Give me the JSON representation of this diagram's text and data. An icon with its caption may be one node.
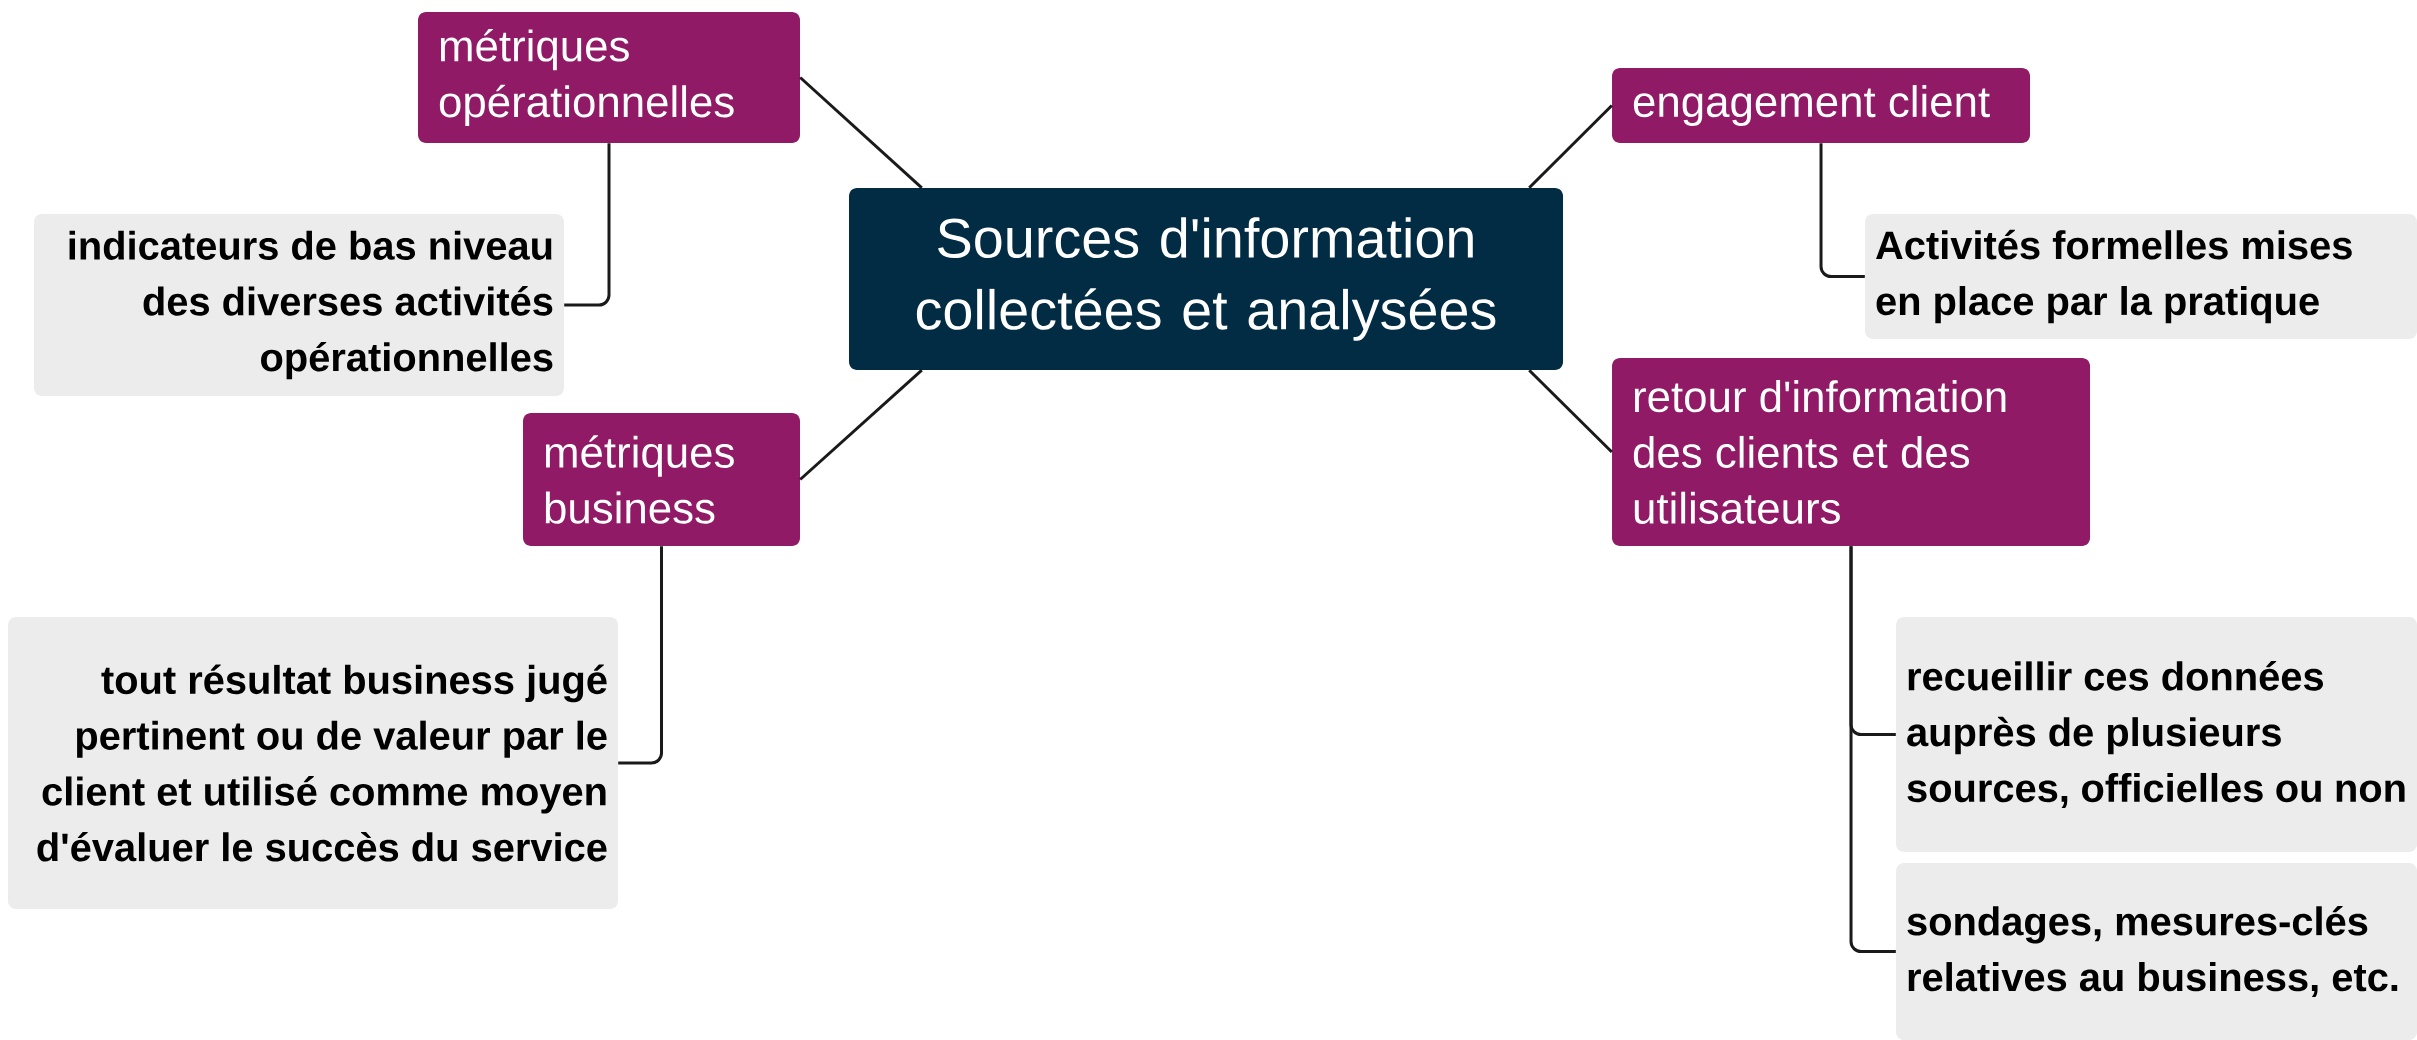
{
  "diagram": {
    "nodes": [
      {
        "text": [
          "Sources d'information collectées et analysées"
        ]
      },
      {
        "text": [
          "métriques opérationnelles"
        ]
      },
      {
        "text": [
          "indicateurs de bas niveau des diverses activités opérationnelles"
        ]
      },
      {
        "text": [
          "métriques business"
        ]
      },
      {
        "text": [
          "tout résultat business jugé pertinent ou de valeur par le client et utilisé comme moyen d'évaluer le succès du service"
        ]
      },
      {
        "text": [
          "engagement client"
        ]
      },
      {
        "text": [
          "Activités formelles mises en place par la pratique"
        ]
      },
      {
        "text": [
          "retour d'information des clients et des utilisateurs"
        ]
      },
      {
        "text": [
          "recueillir ces données auprès de plusieurs sources, officielles ou non"
        ]
      },
      {
        "text": [
          "sondages, mesures-clés relatives au business, etc."
        ]
      }
    ],
    "edges": [
      {
        "from": 0,
        "to": 1,
        "arrow": "none"
      },
      {
        "from": 1,
        "to": 2,
        "arrow": "none"
      },
      {
        "from": 0,
        "to": 3,
        "arrow": "none"
      },
      {
        "from": 3,
        "to": 4,
        "arrow": "none"
      },
      {
        "from": 0,
        "to": 5,
        "arrow": "none"
      },
      {
        "from": 5,
        "to": 6,
        "arrow": "none"
      },
      {
        "from": 0,
        "to": 7,
        "arrow": "none"
      },
      {
        "from": 7,
        "to": 8,
        "arrow": "none"
      },
      {
        "from": 7,
        "to": 9,
        "arrow": "none"
      }
    ]
  }
}
